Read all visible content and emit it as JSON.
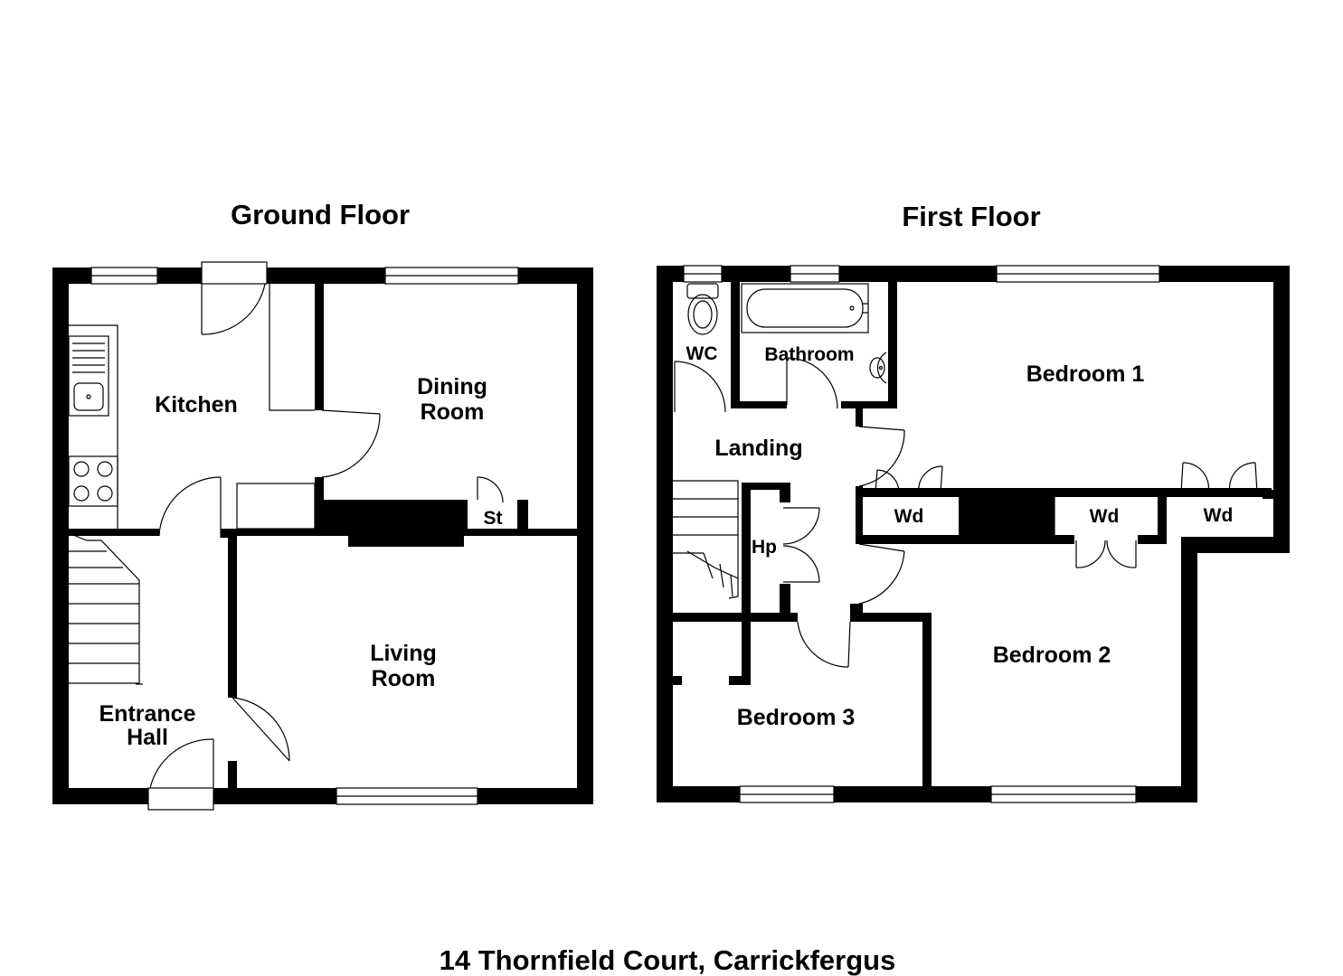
{
  "floors": {
    "ground": {
      "title": "Ground Floor",
      "rooms": {
        "kitchen": "Kitchen",
        "dining_line1": "Dining",
        "dining_line2": "Room",
        "store": "St",
        "living_line1": "Living",
        "living_line2": "Room",
        "hall_line1": "Entrance",
        "hall_line2": "Hall"
      }
    },
    "first": {
      "title": "First Floor",
      "rooms": {
        "wc": "WC",
        "bathroom": "Bathroom",
        "bedroom1": "Bedroom 1",
        "landing": "Landing",
        "hot_press": "Hp",
        "wardrobe_a": "Wd",
        "wardrobe_b": "Wd",
        "wardrobe_c": "Wd",
        "bedroom2": "Bedroom 2",
        "bedroom3": "Bedroom 3"
      }
    }
  },
  "address": "14 Thornfield Court, Carrickfergus"
}
